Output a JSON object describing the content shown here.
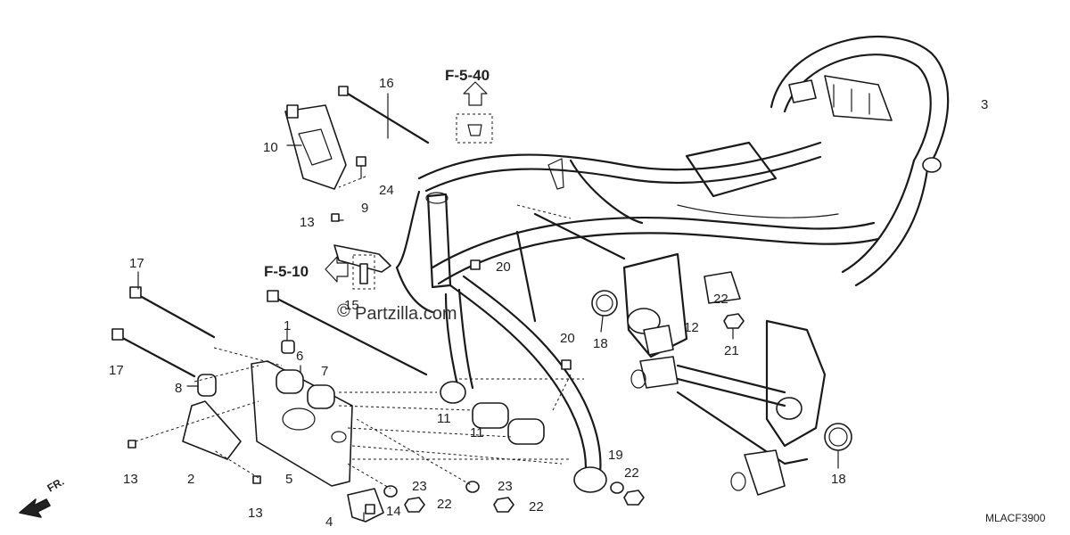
{
  "refs": {
    "upper": "F-5-40",
    "left": "F-5-10"
  },
  "watermark": "Partzilla.com",
  "copyright_symbol": "©",
  "direction": "FR.",
  "diagram_code": "MLACF3900",
  "callouts": [
    {
      "id": "c1",
      "text": "1"
    },
    {
      "id": "c2",
      "text": "2"
    },
    {
      "id": "c3",
      "text": "3"
    },
    {
      "id": "c4",
      "text": "4"
    },
    {
      "id": "c5",
      "text": "5"
    },
    {
      "id": "c6",
      "text": "6"
    },
    {
      "id": "c7",
      "text": "7"
    },
    {
      "id": "c8",
      "text": "8"
    },
    {
      "id": "c9",
      "text": "9"
    },
    {
      "id": "c10",
      "text": "10"
    },
    {
      "id": "c11a",
      "text": "11"
    },
    {
      "id": "c11b",
      "text": "11"
    },
    {
      "id": "c12",
      "text": "12"
    },
    {
      "id": "c13a",
      "text": "13"
    },
    {
      "id": "c13b",
      "text": "13"
    },
    {
      "id": "c13c",
      "text": "13"
    },
    {
      "id": "c14",
      "text": "14"
    },
    {
      "id": "c15",
      "text": "15"
    },
    {
      "id": "c16",
      "text": "16"
    },
    {
      "id": "c17a",
      "text": "17"
    },
    {
      "id": "c17b",
      "text": "17"
    },
    {
      "id": "c18a",
      "text": "18"
    },
    {
      "id": "c18b",
      "text": "18"
    },
    {
      "id": "c19",
      "text": "19"
    },
    {
      "id": "c20a",
      "text": "20"
    },
    {
      "id": "c20b",
      "text": "20"
    },
    {
      "id": "c21",
      "text": "21"
    },
    {
      "id": "c22a",
      "text": "22"
    },
    {
      "id": "c22b",
      "text": "22"
    },
    {
      "id": "c22c",
      "text": "22"
    },
    {
      "id": "c22d",
      "text": "22"
    },
    {
      "id": "c23a",
      "text": "23"
    },
    {
      "id": "c23b",
      "text": "23"
    },
    {
      "id": "c24",
      "text": "24"
    }
  ]
}
